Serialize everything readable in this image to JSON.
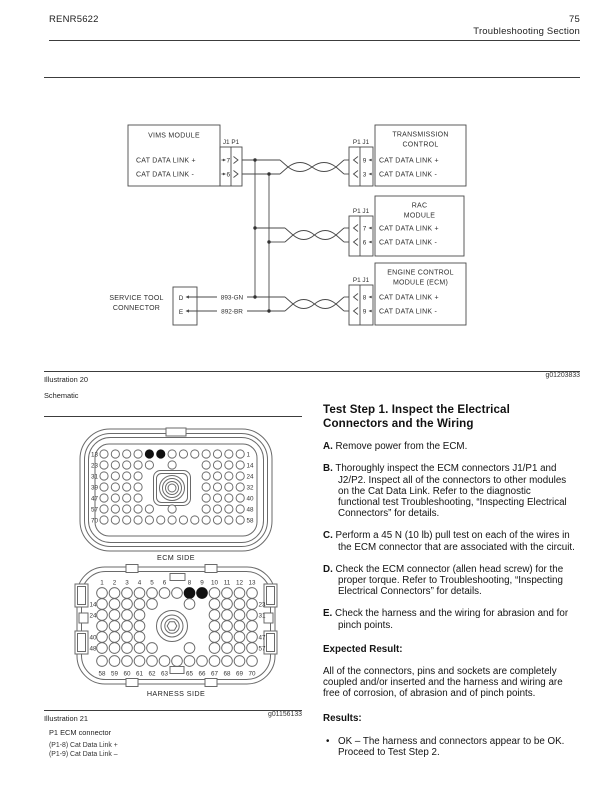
{
  "header": {
    "doc_number": "RENR5622",
    "page_number": "75",
    "section": "Troubleshooting Section"
  },
  "schematic": {
    "vims": {
      "title": "VIMS MODULE",
      "conn_label": "J1 P1",
      "rows": [
        {
          "label": "CAT DATA LINK +",
          "pin": "7"
        },
        {
          "label": "CAT DATA LINK -",
          "pin": "6"
        }
      ]
    },
    "transmission": {
      "title": [
        "TRANSMISSION",
        "CONTROL"
      ],
      "conn_label": "P1 J1",
      "rows": [
        {
          "pin": "9",
          "label": "CAT DATA LINK +"
        },
        {
          "pin": "3",
          "label": "CAT DATA LINK -"
        }
      ]
    },
    "rac": {
      "title": [
        "RAC",
        "MODULE"
      ],
      "conn_label": "P1 J1",
      "rows": [
        {
          "pin": "7",
          "label": "CAT DATA LINK +"
        },
        {
          "pin": "6",
          "label": "CAT DATA LINK -"
        }
      ]
    },
    "ecm": {
      "title": [
        "ENGINE CONTROL",
        "MODULE (ECM)"
      ],
      "conn_label": "P1 J1",
      "rows": [
        {
          "pin": "8",
          "label": "CAT DATA LINK +"
        },
        {
          "pin": "9",
          "label": "CAT DATA LINK -"
        }
      ]
    },
    "service_tool": {
      "label": [
        "SERVICE TOOL",
        "CONNECTOR"
      ],
      "pins": [
        "D",
        "E"
      ],
      "wire_labels": [
        "893-GN",
        "892-BR"
      ]
    }
  },
  "illustration20": {
    "label": "Illustration 20",
    "id": "g01203833",
    "caption": "Schematic"
  },
  "connector_figure": {
    "ecm_side": {
      "caption": "ECM SIDE",
      "rows": [
        {
          "left": "13",
          "right": "1",
          "cols": "0-12",
          "filled": [
            4,
            5
          ]
        },
        {
          "left": "23",
          "right": "14",
          "cols": "0-4,6,9-12"
        },
        {
          "left": "31",
          "right": "24",
          "cols": "0-3,9-12"
        },
        {
          "left": "39",
          "right": "32",
          "cols": "0-3,9-12"
        },
        {
          "left": "47",
          "right": "40",
          "cols": "0-3,9-12"
        },
        {
          "left": "57",
          "right": "48",
          "cols": "0-4,6,9-12"
        },
        {
          "left": "70",
          "right": "58",
          "cols": "0-12"
        }
      ]
    },
    "harness_side": {
      "caption": "HARNESS SIDE",
      "top_numbers": [
        "1",
        "2",
        "3",
        "4",
        "5",
        "6",
        "",
        "8",
        "9",
        "10",
        "11",
        "12",
        "13"
      ],
      "bottom_numbers": [
        "58",
        "59",
        "60",
        "61",
        "62",
        "63",
        "",
        "65",
        "66",
        "67",
        "68",
        "69",
        "70"
      ],
      "rows": [
        {
          "cols": "0-12",
          "filled": [
            7,
            8
          ]
        },
        {
          "left": "14",
          "right": "23",
          "cols": "0-4,7,9-12"
        },
        {
          "left": "24",
          "right": "31",
          "cols": "0-3,9-12"
        },
        {
          "cols": "0-3,9-12"
        },
        {
          "left": "40",
          "right": "47",
          "cols": "0-3,9-12"
        },
        {
          "left": "48",
          "right": "57",
          "cols": "0-4,7,9-12"
        },
        {
          "cols": "0-12"
        }
      ]
    }
  },
  "illustration21": {
    "label": "Illustration 21",
    "id": "g01156133",
    "caption": "P1 ECM connector",
    "notes": [
      "(P1-8) Cat Data Link +",
      "(P1-9) Cat Data Link –"
    ]
  },
  "test_step": {
    "heading": "Test Step 1. Inspect the Electrical Connectors and the Wiring",
    "steps": [
      {
        "letter": "A.",
        "text": "Remove power from the ECM."
      },
      {
        "letter": "B.",
        "text": "Thoroughly inspect the ECM connectors J1/P1 and J2/P2. Inspect all of the connectors to other modules on the Cat Data Link. Refer to the diagnostic functional test Troubleshooting, “Inspecting Electrical Connectors” for details."
      },
      {
        "letter": "C.",
        "text": "Perform a 45 N (10 lb) pull test on each of the wires in the ECM connector that are associated with the circuit."
      },
      {
        "letter": "D.",
        "text": "Check the ECM connector (allen head screw) for the proper torque. Refer to Troubleshooting, “Inspecting Electrical Connectors” for details."
      },
      {
        "letter": "E.",
        "text": "Check the harness and the wiring for abrasion and for pinch points."
      }
    ],
    "expected_heading": "Expected Result:",
    "expected_text": "All of the connectors, pins and sockets are completely coupled and/or inserted and the harness and wiring are free of corrosion, of abrasion and of pinch points.",
    "results_heading": "Results:",
    "results": [
      {
        "bullet": "•",
        "text": "OK – The harness and connectors appear to be OK. Proceed to Test Step 2."
      }
    ]
  }
}
